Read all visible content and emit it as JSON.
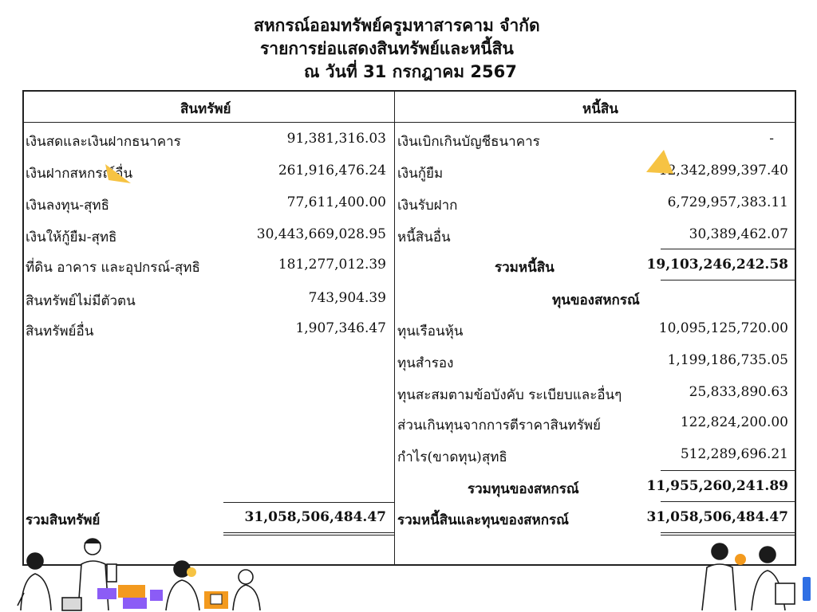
{
  "title": {
    "line1": "สหกรณ์ออมทรัพย์ครูมหาสารคาม จำกัด",
    "line2": "รายการย่อแสดงสินทรัพย์และหนี้สิน",
    "line3": "ณ วันที่ 31 กรกฎาคม 2567"
  },
  "assets": {
    "header": "สินทรัพย์",
    "items": [
      {
        "label": "เงินสดและเงินฝากธนาคาร",
        "value": "91,381,316.03"
      },
      {
        "label": "เงินฝากสหกรณ์อื่น",
        "value": "261,916,476.24"
      },
      {
        "label": "เงินลงทุน-สุทธิ",
        "value": "77,611,400.00"
      },
      {
        "label": "เงินให้กู้ยืม-สุทธิ",
        "value": "30,443,669,028.95"
      },
      {
        "label": "ที่ดิน อาคาร และอุปกรณ์-สุทธิ",
        "value": "181,277,012.39"
      },
      {
        "label": "สินทรัพย์ไม่มีตัวตน",
        "value": "743,904.39"
      },
      {
        "label": "สินทรัพย์อื่น",
        "value": "1,907,346.47"
      }
    ],
    "total_label": "รวมสินทรัพย์",
    "total_value": "31,058,506,484.47"
  },
  "liabilities": {
    "header": "หนี้สิน",
    "items": [
      {
        "label": "เงินเบิกเกินบัญชีธนาคาร",
        "value": "-"
      },
      {
        "label": "เงินกู้ยืม",
        "value": "12,342,899,397.40"
      },
      {
        "label": "เงินรับฝาก",
        "value": "6,729,957,383.11"
      },
      {
        "label": "หนี้สินอื่น",
        "value": "30,389,462.07"
      }
    ],
    "total_label": "รวมหนี้สิน",
    "total_value": "19,103,246,242.58"
  },
  "equity": {
    "header": "ทุนของสหกรณ์",
    "items": [
      {
        "label": "ทุนเรือนหุ้น",
        "value": "10,095,125,720.00"
      },
      {
        "label": "ทุนสำรอง",
        "value": "1,199,186,735.05"
      },
      {
        "label": "ทุนสะสมตามข้อบังคับ ระเบียบและอื่นๆ",
        "value": "25,833,890.63"
      },
      {
        "label": "ส่วนเกินทุนจากการตีราคาสินทรัพย์",
        "value": "122,824,200.00"
      },
      {
        "label": "กำไร(ขาดทุน)สุทธิ",
        "value": "512,289,696.21"
      }
    ],
    "total_label": "รวมทุนของสหกรณ์",
    "total_value": "11,955,260,241.89"
  },
  "grand_total": {
    "label": "รวมหนี้สินและทุนของสหกรณ์",
    "value": "31,058,506,484.47"
  },
  "colors": {
    "accent_yellow": "#F6C343",
    "accent_orange": "#F39A1E",
    "accent_purple": "#8B5CF6",
    "accent_blue": "#2F6FE4"
  }
}
